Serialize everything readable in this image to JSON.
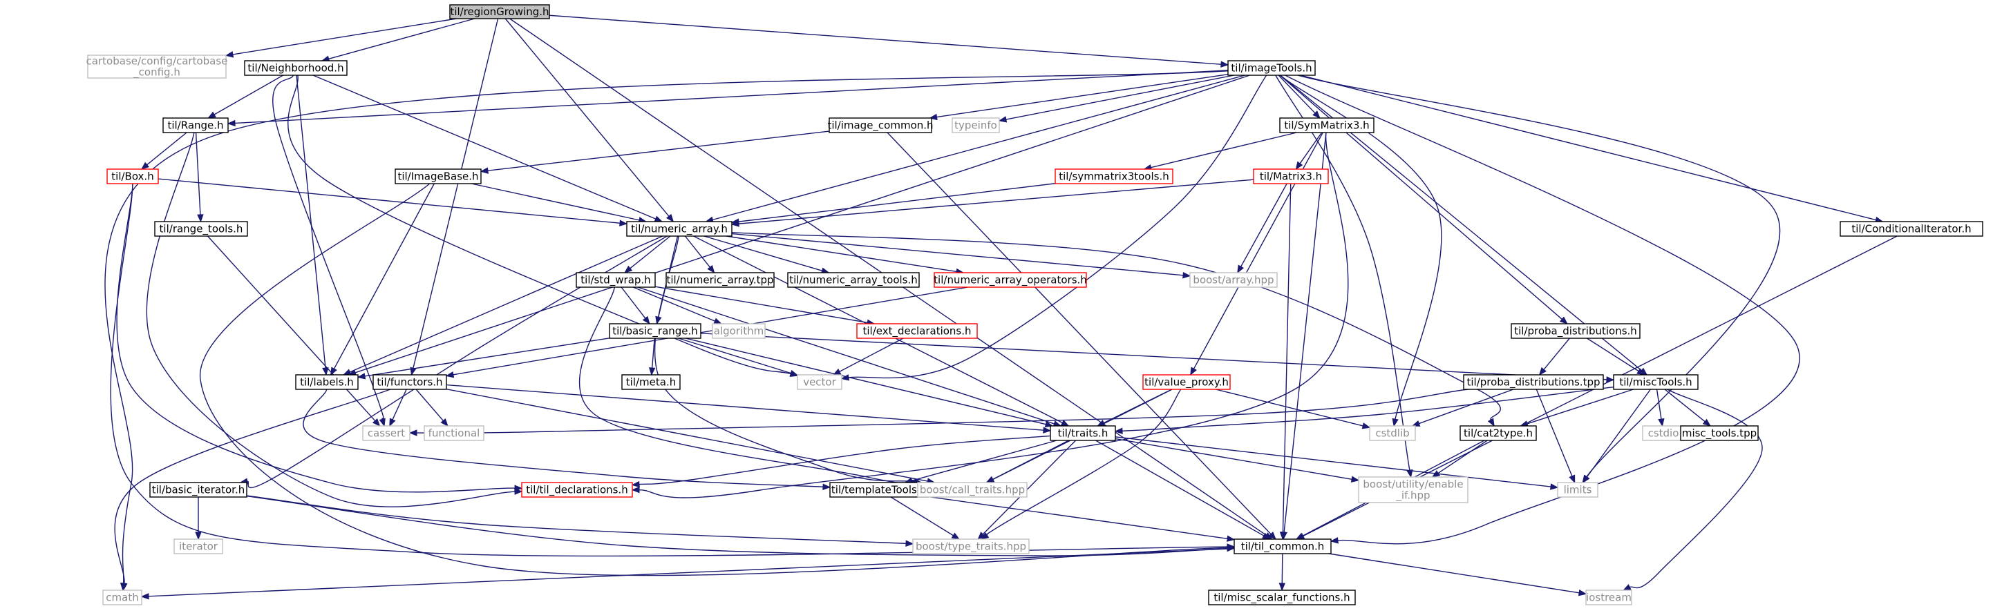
{
  "colors": {
    "edge": "#191970",
    "root_fill": "#bfbfbf",
    "normal_border": "#000000",
    "red_border": "#ff0000",
    "external_border": "#bfbfbf",
    "external_text": "#8c8c8c"
  },
  "nodes": [
    {
      "id": "regionGrowing",
      "lines": [
        "til/regionGrowing.h"
      ],
      "kind": "root"
    },
    {
      "id": "cartobase_config",
      "lines": [
        "cartobase/config/cartobase",
        "_config.h"
      ],
      "kind": "ext"
    },
    {
      "id": "Neighborhood",
      "lines": [
        "til/Neighborhood.h"
      ],
      "kind": "normal"
    },
    {
      "id": "imageTools",
      "lines": [
        "til/imageTools.h"
      ],
      "kind": "normal"
    },
    {
      "id": "Range",
      "lines": [
        "til/Range.h"
      ],
      "kind": "normal"
    },
    {
      "id": "image_common",
      "lines": [
        "til/image_common.h"
      ],
      "kind": "normal"
    },
    {
      "id": "typeinfo",
      "lines": [
        "typeinfo"
      ],
      "kind": "ext"
    },
    {
      "id": "SymMatrix3",
      "lines": [
        "til/SymMatrix3.h"
      ],
      "kind": "normal"
    },
    {
      "id": "Box",
      "lines": [
        "til/Box.h"
      ],
      "kind": "red"
    },
    {
      "id": "ImageBase",
      "lines": [
        "til/ImageBase.h"
      ],
      "kind": "normal"
    },
    {
      "id": "symmatrix3tools",
      "lines": [
        "til/symmatrix3tools.h"
      ],
      "kind": "red"
    },
    {
      "id": "Matrix3",
      "lines": [
        "til/Matrix3.h"
      ],
      "kind": "red"
    },
    {
      "id": "range_tools",
      "lines": [
        "til/range_tools.h"
      ],
      "kind": "normal"
    },
    {
      "id": "numeric_array",
      "lines": [
        "til/numeric_array.h"
      ],
      "kind": "normal"
    },
    {
      "id": "ConditionalIterator",
      "lines": [
        "til/ConditionalIterator.h"
      ],
      "kind": "normal"
    },
    {
      "id": "std_wrap",
      "lines": [
        "til/std_wrap.h"
      ],
      "kind": "normal"
    },
    {
      "id": "numeric_array_tpp",
      "lines": [
        "til/numeric_array.tpp"
      ],
      "kind": "normal"
    },
    {
      "id": "numeric_array_tools",
      "lines": [
        "til/numeric_array_tools.h"
      ],
      "kind": "normal"
    },
    {
      "id": "numeric_array_operators",
      "lines": [
        "til/numeric_array_operators.h"
      ],
      "kind": "red"
    },
    {
      "id": "boost_array",
      "lines": [
        "boost/array.hpp"
      ],
      "kind": "ext"
    },
    {
      "id": "algorithm",
      "lines": [
        "algorithm"
      ],
      "kind": "ext"
    },
    {
      "id": "ext_declarations",
      "lines": [
        "til/ext_declarations.h"
      ],
      "kind": "red"
    },
    {
      "id": "basic_range",
      "lines": [
        "til/basic_range.h"
      ],
      "kind": "normal"
    },
    {
      "id": "proba_distributions_h",
      "lines": [
        "til/proba_distributions.h"
      ],
      "kind": "normal"
    },
    {
      "id": "labels",
      "lines": [
        "til/labels.h"
      ],
      "kind": "normal"
    },
    {
      "id": "functors",
      "lines": [
        "til/functors.h"
      ],
      "kind": "normal"
    },
    {
      "id": "meta",
      "lines": [
        "til/meta.h"
      ],
      "kind": "normal"
    },
    {
      "id": "vector",
      "lines": [
        "vector"
      ],
      "kind": "ext"
    },
    {
      "id": "value_proxy",
      "lines": [
        "til/value_proxy.h"
      ],
      "kind": "red"
    },
    {
      "id": "proba_distributions_tpp",
      "lines": [
        "til/proba_distributions.tpp"
      ],
      "kind": "normal"
    },
    {
      "id": "miscTools",
      "lines": [
        "til/miscTools.h"
      ],
      "kind": "normal"
    },
    {
      "id": "cassert",
      "lines": [
        "cassert"
      ],
      "kind": "ext"
    },
    {
      "id": "functional",
      "lines": [
        "functional"
      ],
      "kind": "ext"
    },
    {
      "id": "traits",
      "lines": [
        "til/traits.h"
      ],
      "kind": "normal"
    },
    {
      "id": "cstdlib",
      "lines": [
        "cstdlib"
      ],
      "kind": "ext"
    },
    {
      "id": "cat2type",
      "lines": [
        "til/cat2type.h"
      ],
      "kind": "normal"
    },
    {
      "id": "cstdio",
      "lines": [
        "cstdio"
      ],
      "kind": "ext"
    },
    {
      "id": "misc_tools_tpp",
      "lines": [
        "misc_tools.tpp"
      ],
      "kind": "normal"
    },
    {
      "id": "basic_iterator",
      "lines": [
        "til/basic_iterator.h"
      ],
      "kind": "normal"
    },
    {
      "id": "til_declarations",
      "lines": [
        "til/til_declarations.h"
      ],
      "kind": "red"
    },
    {
      "id": "templateTools",
      "lines": [
        "til/templateTools.h"
      ],
      "kind": "normal"
    },
    {
      "id": "call_traits",
      "lines": [
        "boost/call_traits.hpp"
      ],
      "kind": "ext"
    },
    {
      "id": "enable_if",
      "lines": [
        "boost/utility/enable",
        "_if.hpp"
      ],
      "kind": "ext"
    },
    {
      "id": "limits",
      "lines": [
        "limits"
      ],
      "kind": "ext"
    },
    {
      "id": "iterator",
      "lines": [
        "iterator"
      ],
      "kind": "ext"
    },
    {
      "id": "type_traits",
      "lines": [
        "boost/type_traits.hpp"
      ],
      "kind": "ext"
    },
    {
      "id": "til_common",
      "lines": [
        "til/til_common.h"
      ],
      "kind": "normal"
    },
    {
      "id": "cmath",
      "lines": [
        "cmath"
      ],
      "kind": "ext"
    },
    {
      "id": "misc_scalar_functions",
      "lines": [
        "til/misc_scalar_functions.h"
      ],
      "kind": "normal"
    },
    {
      "id": "iostream",
      "lines": [
        "iostream"
      ],
      "kind": "ext"
    }
  ],
  "edges": [
    [
      "regionGrowing",
      "cartobase_config"
    ],
    [
      "regionGrowing",
      "Neighborhood"
    ],
    [
      "regionGrowing",
      "imageTools"
    ],
    [
      "regionGrowing",
      "numeric_array"
    ],
    [
      "regionGrowing",
      "functors"
    ],
    [
      "regionGrowing",
      "til_common"
    ],
    [
      "Neighborhood",
      "Range"
    ],
    [
      "Neighborhood",
      "numeric_array"
    ],
    [
      "Neighborhood",
      "labels"
    ],
    [
      "Neighborhood",
      "vector"
    ],
    [
      "Neighborhood",
      "cassert"
    ],
    [
      "imageTools",
      "Range"
    ],
    [
      "imageTools",
      "image_common"
    ],
    [
      "imageTools",
      "typeinfo"
    ],
    [
      "imageTools",
      "SymMatrix3"
    ],
    [
      "imageTools",
      "numeric_array"
    ],
    [
      "imageTools",
      "labels"
    ],
    [
      "imageTools",
      "vector"
    ],
    [
      "imageTools",
      "ConditionalIterator"
    ],
    [
      "imageTools",
      "proba_distributions_h"
    ],
    [
      "imageTools",
      "miscTools"
    ],
    [
      "imageTools",
      "cstdlib"
    ],
    [
      "imageTools",
      "enable_if"
    ],
    [
      "imageTools",
      "limits"
    ],
    [
      "imageTools",
      "til_common"
    ],
    [
      "imageTools",
      "cmath"
    ],
    [
      "Range",
      "Box"
    ],
    [
      "Range",
      "range_tools"
    ],
    [
      "Range",
      "til_declarations"
    ],
    [
      "image_common",
      "ImageBase"
    ],
    [
      "image_common",
      "til_common"
    ],
    [
      "SymMatrix3",
      "symmatrix3tools"
    ],
    [
      "SymMatrix3",
      "Matrix3"
    ],
    [
      "SymMatrix3",
      "value_proxy"
    ],
    [
      "SymMatrix3",
      "til_declarations"
    ],
    [
      "SymMatrix3",
      "til_common"
    ],
    [
      "Box",
      "numeric_array"
    ],
    [
      "Box",
      "til_declarations"
    ],
    [
      "Box",
      "til_common"
    ],
    [
      "ImageBase",
      "numeric_array"
    ],
    [
      "ImageBase",
      "labels"
    ],
    [
      "ImageBase",
      "til_common"
    ],
    [
      "symmatrix3tools",
      "numeric_array"
    ],
    [
      "Matrix3",
      "numeric_array"
    ],
    [
      "Matrix3",
      "boost_array"
    ],
    [
      "Matrix3",
      "til_common"
    ],
    [
      "range_tools",
      "cassert"
    ],
    [
      "numeric_array",
      "std_wrap"
    ],
    [
      "numeric_array",
      "numeric_array_tpp"
    ],
    [
      "numeric_array",
      "numeric_array_tools"
    ],
    [
      "numeric_array",
      "numeric_array_operators"
    ],
    [
      "numeric_array",
      "boost_array"
    ],
    [
      "numeric_array",
      "basic_range"
    ],
    [
      "numeric_array",
      "labels"
    ],
    [
      "numeric_array",
      "traits"
    ],
    [
      "numeric_array",
      "cat2type"
    ],
    [
      "numeric_array",
      "basic_iterator"
    ],
    [
      "numeric_array",
      "call_traits"
    ],
    [
      "ConditionalIterator",
      "til_common"
    ],
    [
      "std_wrap",
      "algorithm"
    ],
    [
      "std_wrap",
      "ext_declarations"
    ],
    [
      "std_wrap",
      "basic_range"
    ],
    [
      "std_wrap",
      "traits"
    ],
    [
      "std_wrap",
      "call_traits"
    ],
    [
      "numeric_array_operators",
      "functors"
    ],
    [
      "ext_declarations",
      "vector"
    ],
    [
      "basic_range",
      "meta"
    ],
    [
      "basic_range",
      "vector"
    ],
    [
      "basic_range",
      "miscTools"
    ],
    [
      "basic_range",
      "labels"
    ],
    [
      "basic_range",
      "traits"
    ],
    [
      "proba_distributions_h",
      "proba_distributions_tpp"
    ],
    [
      "proba_distributions_h",
      "miscTools"
    ],
    [
      "labels",
      "templateTools"
    ],
    [
      "functors",
      "cassert"
    ],
    [
      "functors",
      "functional"
    ],
    [
      "functors",
      "traits"
    ],
    [
      "functors",
      "cmath"
    ],
    [
      "functors",
      "call_traits"
    ],
    [
      "value_proxy",
      "traits"
    ],
    [
      "value_proxy",
      "cstdlib"
    ],
    [
      "value_proxy",
      "call_traits"
    ],
    [
      "value_proxy",
      "type_traits"
    ],
    [
      "proba_distributions_tpp",
      "cassert"
    ],
    [
      "proba_distributions_tpp",
      "cstdlib"
    ],
    [
      "proba_distributions_tpp",
      "limits"
    ],
    [
      "miscTools",
      "cstdio"
    ],
    [
      "miscTools",
      "misc_tools_tpp"
    ],
    [
      "miscTools",
      "traits"
    ],
    [
      "miscTools",
      "cat2type"
    ],
    [
      "miscTools",
      "limits"
    ],
    [
      "miscTools",
      "iostream"
    ],
    [
      "traits",
      "til_declarations"
    ],
    [
      "traits",
      "templateTools"
    ],
    [
      "traits",
      "call_traits"
    ],
    [
      "traits",
      "enable_if"
    ],
    [
      "traits",
      "limits"
    ],
    [
      "traits",
      "type_traits"
    ],
    [
      "traits",
      "til_common"
    ],
    [
      "cat2type",
      "enable_if"
    ],
    [
      "cat2type",
      "til_common"
    ],
    [
      "basic_iterator",
      "iterator"
    ],
    [
      "basic_iterator",
      "type_traits"
    ],
    [
      "basic_iterator",
      "til_common"
    ],
    [
      "templateTools",
      "type_traits"
    ],
    [
      "templateTools",
      "til_common"
    ],
    [
      "til_common",
      "cmath"
    ],
    [
      "til_common",
      "misc_scalar_functions"
    ],
    [
      "til_common",
      "iostream"
    ]
  ]
}
